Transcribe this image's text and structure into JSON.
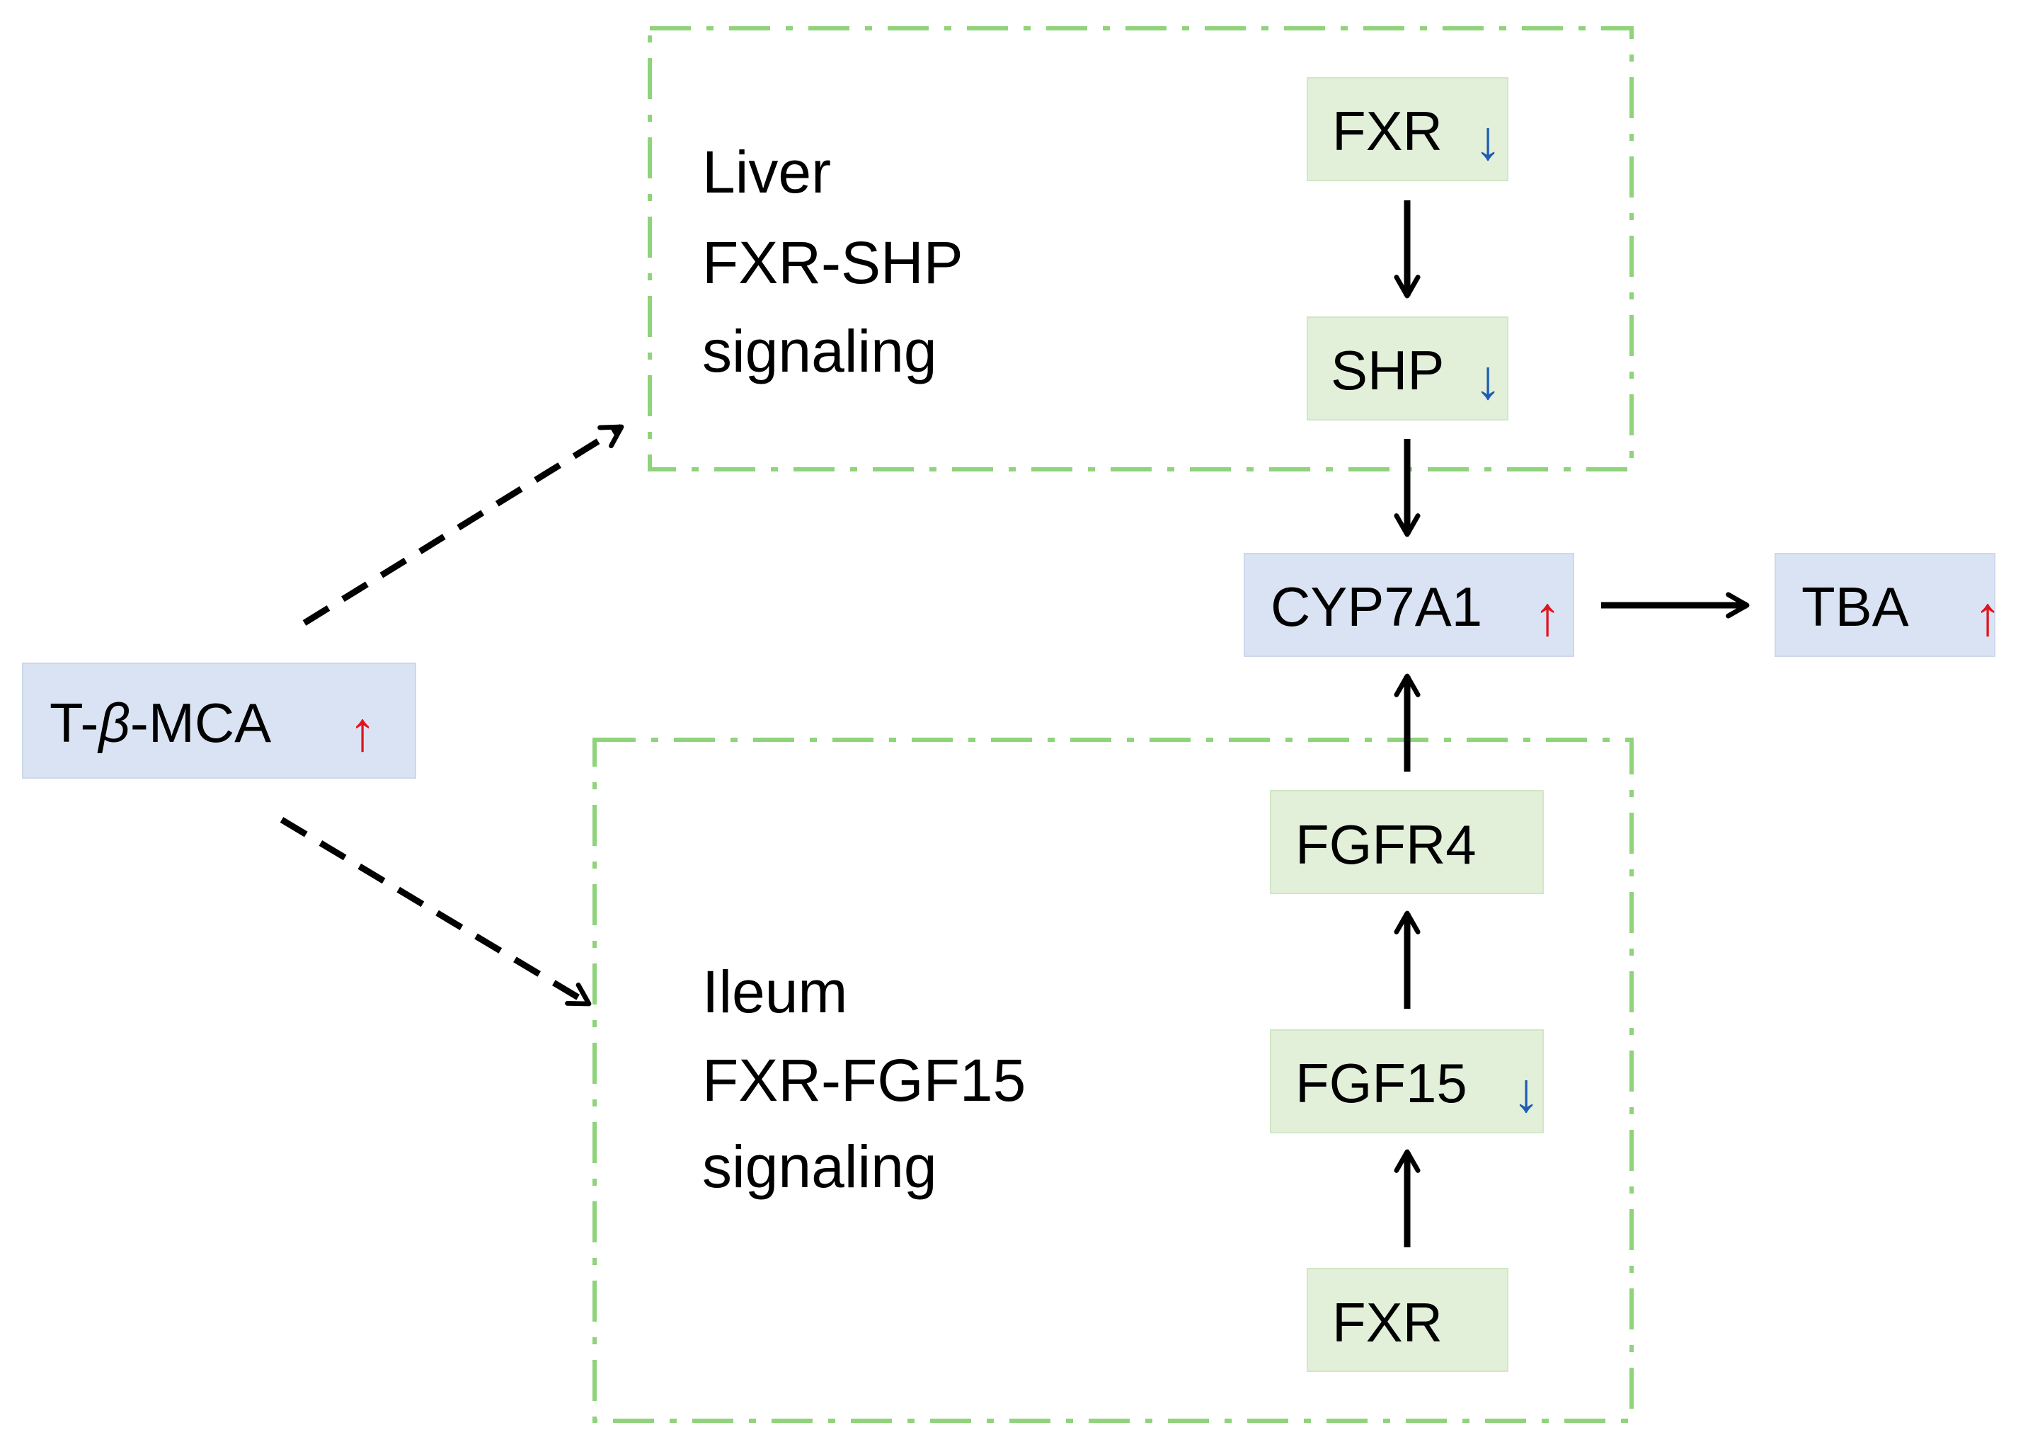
{
  "colors": {
    "blue_box": "#dae3f3",
    "green_box": "#e2f0d9",
    "region_border": "#8fd37b",
    "up_arrow": "#e0141e",
    "down_arrow": "#1f5cb3",
    "arrow": "#000000"
  },
  "nodes": {
    "tbmca": {
      "prefix": "T-",
      "beta": "β",
      "suffix": "-MCA",
      "arrow": "↑"
    },
    "cyp7a1": {
      "label": "CYP7A1",
      "arrow": "↑"
    },
    "tba": {
      "label": "TBA",
      "arrow": "↑"
    },
    "liver_fxr": {
      "label": "FXR",
      "arrow": "↓"
    },
    "shp": {
      "label": "SHP",
      "arrow": "↓"
    },
    "fgfr4": {
      "label": "FGFR4"
    },
    "fgf15": {
      "label": "FGF15",
      "arrow": "↓"
    },
    "ileum_fxr": {
      "label": "FXR"
    }
  },
  "regions": {
    "liver": {
      "lines": [
        "Liver",
        "FXR-SHP",
        "signaling"
      ]
    },
    "ileum": {
      "lines": [
        "Ileum",
        "FXR-FGF15",
        "signaling"
      ]
    }
  }
}
